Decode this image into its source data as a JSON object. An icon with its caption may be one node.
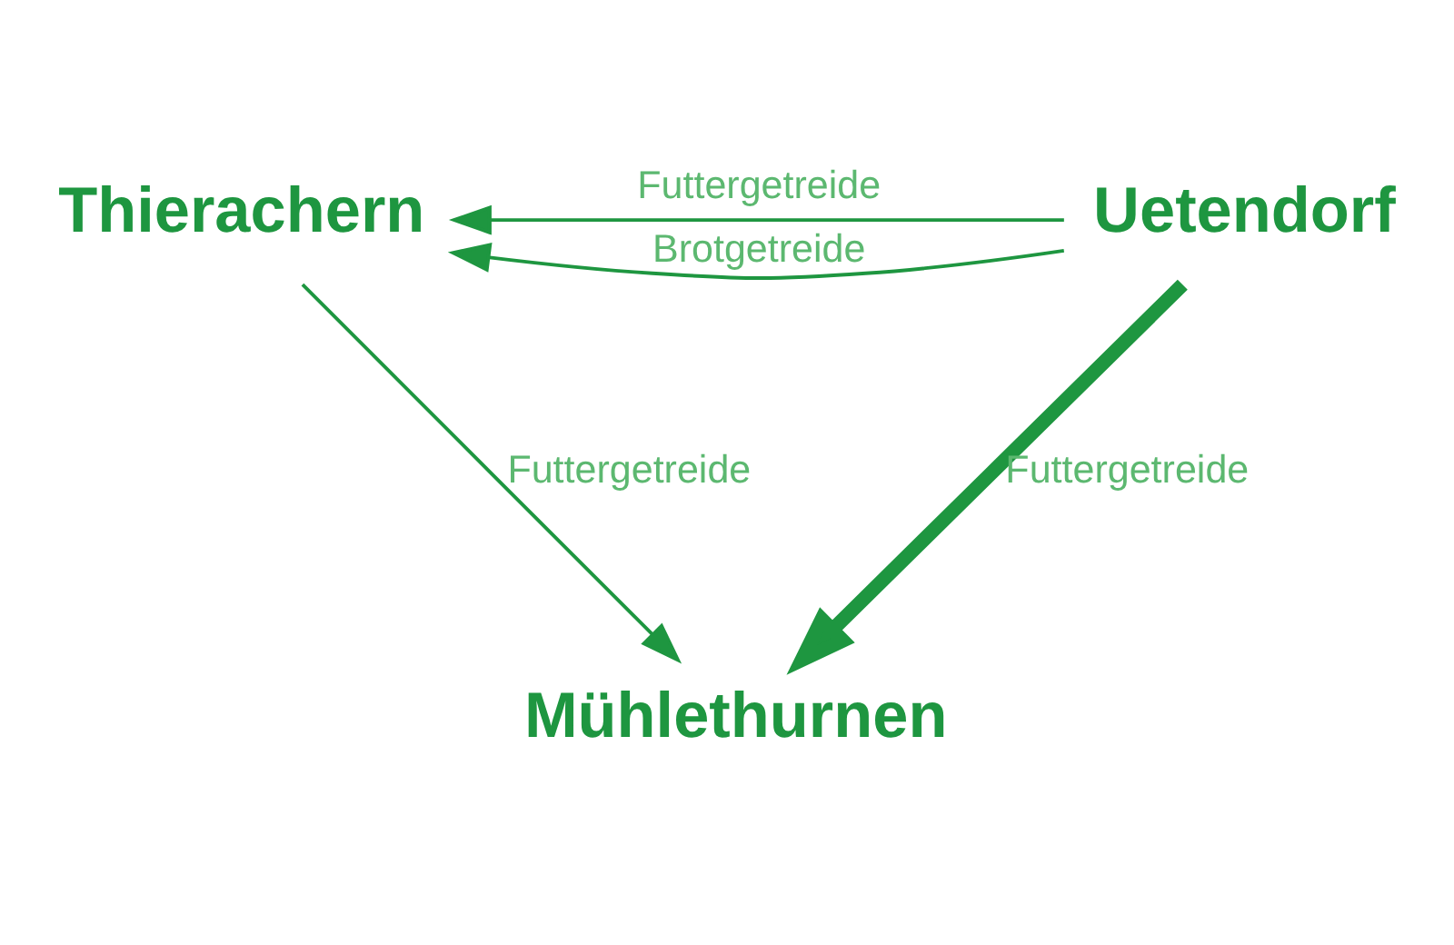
{
  "diagram": {
    "nodes": [
      {
        "text": [
          "Thierachern"
        ]
      },
      {
        "text": [
          "Uetendorf"
        ]
      },
      {
        "text": [
          "Mühlethurnen"
        ]
      }
    ],
    "edges": [
      {
        "from": 1,
        "to": 0,
        "arrow": "to",
        "label": "Brotgetreide"
      },
      {
        "from": 1,
        "to": 0,
        "arrow": "to",
        "label": "Futtergetreide"
      },
      {
        "from": 0,
        "to": 2,
        "arrow": "to",
        "label": "Futtergetreide"
      },
      {
        "from": 1,
        "to": 2,
        "arrow": "to",
        "label": "Futtergetreide",
        "style": "thick"
      }
    ]
  }
}
